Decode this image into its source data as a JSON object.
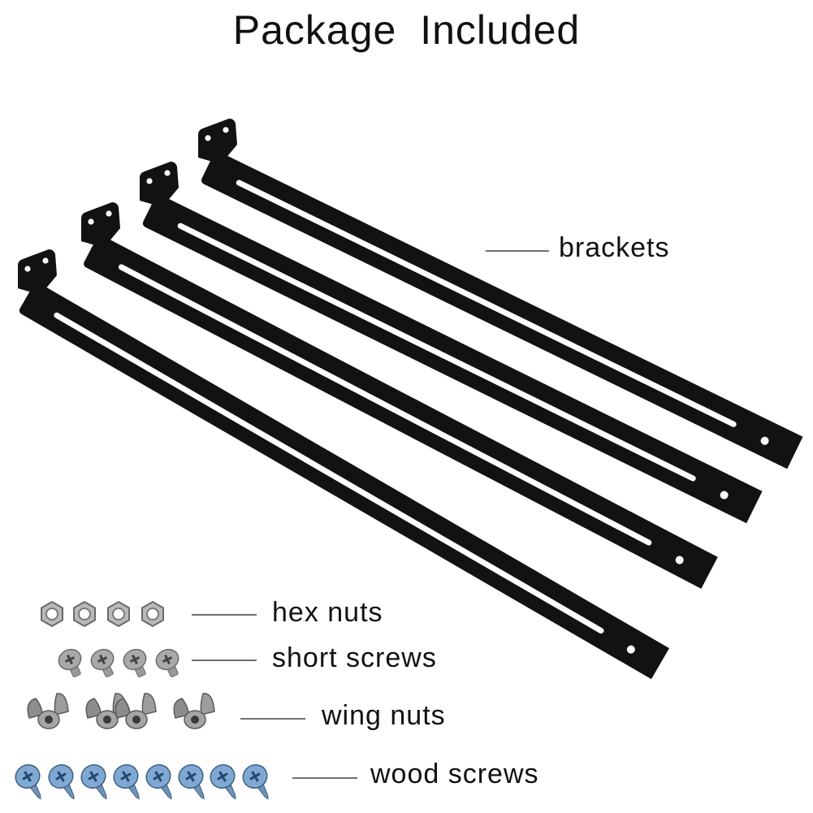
{
  "title": "Package Included",
  "items": [
    {
      "label": "brackets",
      "quantity": 4
    },
    {
      "label": "hex nuts",
      "quantity": 4
    },
    {
      "label": "short screws",
      "quantity": 4
    },
    {
      "label": "wing nuts",
      "quantity": 4
    },
    {
      "label": "wood screws",
      "quantity": 8
    }
  ],
  "colors": {
    "bracket": "#121212",
    "nut": "#b9b9b9",
    "screw": "#a9a9a9",
    "wood_screw": "#7fa9d2",
    "leader_line": "#6f6f6f"
  }
}
